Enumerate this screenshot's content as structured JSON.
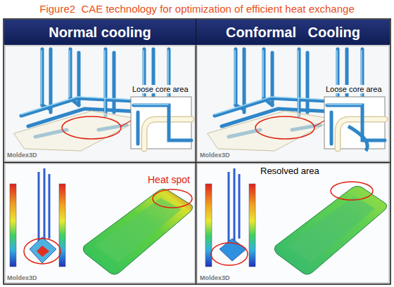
{
  "diagram": {
    "title": "Figure2  CAE technology for optimization of efficient heat exchange",
    "nodes": [
      {
        "text": [
          "Normal cooling"
        ]
      },
      {
        "text": [
          "Conformal   Cooling"
        ]
      }
    ],
    "labels": [
      "Loose core area",
      "Loose core area",
      "Moldex3D",
      "Moldex3D",
      "Heat spot",
      "Resolved area",
      "Moldex3D",
      "Moldex3D"
    ]
  }
}
